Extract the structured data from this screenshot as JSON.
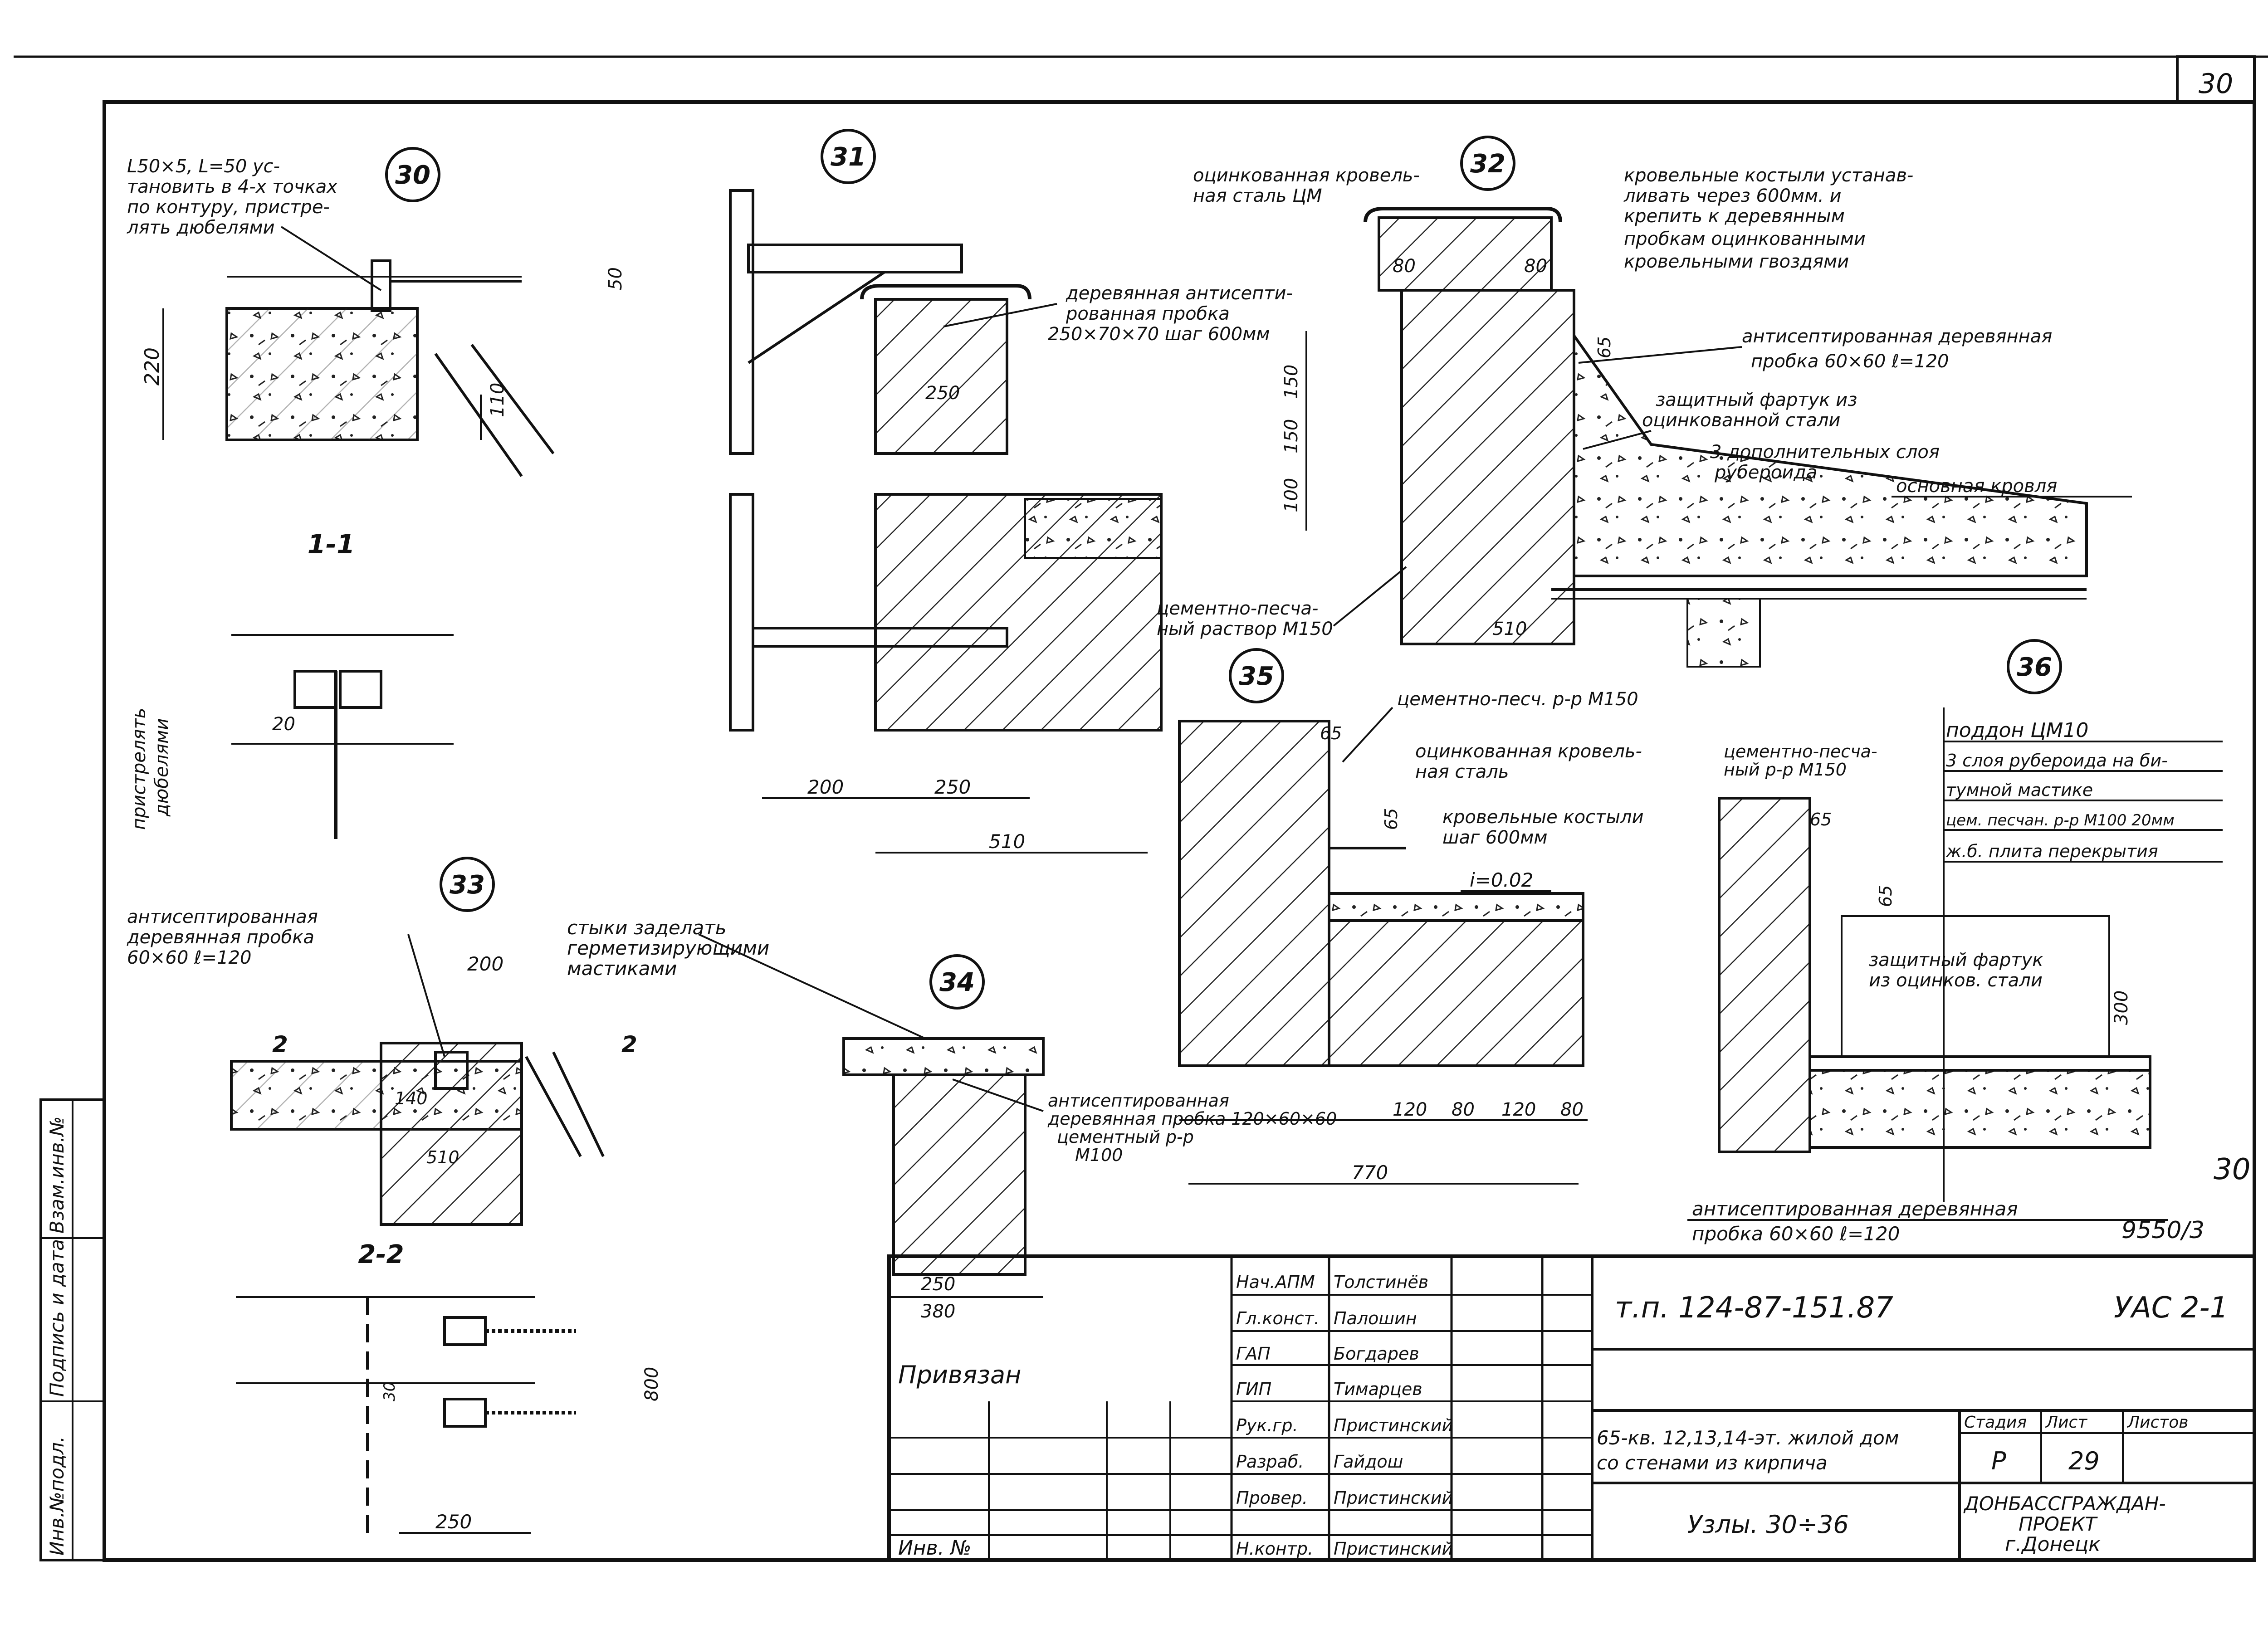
{
  "sheet": {
    "corner_number": "30",
    "side_number": "30",
    "code": "9550/3"
  },
  "nodes": [
    {
      "number": "30"
    },
    {
      "number": "31"
    },
    {
      "number": "32"
    },
    {
      "number": "33"
    },
    {
      "number": "34"
    },
    {
      "number": "35"
    },
    {
      "number": "36"
    }
  ],
  "node30": {
    "note": [
      "L50×5, L=50 ус-",
      "тановить в 4-х точках",
      "по контуру, пристре-",
      "лять дюбелями"
    ],
    "dims": [
      "220",
      "110",
      "20"
    ],
    "section": "1-1",
    "side_note": [
      "пристрелять",
      "дюбелями"
    ]
  },
  "node31": {
    "note": [
      "деревянная антисепти-",
      "рованная пробка",
      "250×70×70 шаг 600мм"
    ],
    "dims": [
      "50",
      "250",
      "200",
      "250",
      "510"
    ]
  },
  "node32": {
    "note_roof_steel": [
      "оцинкованная кровель-",
      "ная сталь ЦМ"
    ],
    "note_crutch": [
      "кровельные костыли устанав-",
      "ливать через 600мм. и",
      "крепить к деревянным",
      "пробкам оцинкованными",
      "кровельными гвоздями"
    ],
    "note_plug": [
      "антисептированная деревянная",
      "пробка 60×60 ℓ=120"
    ],
    "note_apron": [
      "защитный фартук из",
      "оцинкованной стали"
    ],
    "note_layers": [
      "3 дополнительных слоя",
      "рубероида"
    ],
    "note_main_roof": "основная кровля",
    "note_mortar": [
      "цементно-песча-",
      "ный раствор М150"
    ],
    "dims": [
      "80",
      "80",
      "65",
      "150",
      "150",
      "100",
      "510"
    ]
  },
  "node33": {
    "note": [
      "антисептированная",
      "деревянная пробка",
      "60×60 ℓ=120"
    ],
    "dims": [
      "200",
      "140",
      "510",
      "30",
      "800",
      "250"
    ],
    "section_marks": [
      "2",
      "2"
    ],
    "section": "2-2"
  },
  "node34": {
    "note_joints": [
      "стыки заделать",
      "герметизирующими",
      "мастиками"
    ],
    "note_plug": [
      "антисептированная",
      "деревянная пробка 120×60×60"
    ],
    "note_mortar": [
      "цементный р-р",
      "М100"
    ],
    "dims": [
      "250",
      "380"
    ]
  },
  "node35": {
    "note_mortar": "цементно-песч. р-р М150",
    "note_steel": [
      "оцинкованная кровель-",
      "ная сталь"
    ],
    "note_crutch": [
      "кровельные костыли",
      "шаг 600мм"
    ],
    "slope": "i=0.02",
    "dims": [
      "65",
      "65",
      "120",
      "80",
      "120",
      "80",
      "770"
    ]
  },
  "node36": {
    "legend": [
      "поддон ЦМ10",
      "3 слоя рубероида на би-",
      "тумной мастике",
      "цем. песчан. р-р М100 20мм",
      "ж.б. плита перекрытия"
    ],
    "note_mortar": [
      "цементно-песча-",
      "ный р-р М150"
    ],
    "note_apron": [
      "защитный фартук",
      "из оцинков. стали"
    ],
    "note_plug": [
      "антисептированная деревянная",
      "пробка 60×60 ℓ=120"
    ],
    "dims": [
      "65",
      "65",
      "300"
    ]
  },
  "title_block": {
    "signers": [
      {
        "role": "Нач.АПМ",
        "name": "Толстинёв"
      },
      {
        "role": "Гл.конст.",
        "name": "Палошин"
      },
      {
        "role": "ГАП",
        "name": "Богдарев"
      },
      {
        "role": "ГИП",
        "name": "Тимарцев"
      },
      {
        "role": "Рук.гр.",
        "name": "Пристинский"
      },
      {
        "role": "Разраб.",
        "name": "Гайдош"
      },
      {
        "role": "Провер.",
        "name": "Пристинский"
      },
      {
        "role": "Н.контр.",
        "name": "Пристинский"
      }
    ],
    "project_code": "т.п. 124-87-151.87",
    "sheet_code": "УАС 2-1",
    "object_name": [
      "65-кв. 12,13,14-эт. жилой дом",
      "со стенами из кирпича"
    ],
    "drawing_name": "Узлы. 30÷36",
    "col_stage": "Стадия",
    "col_sheet": "Лист",
    "col_sheets": "Листов",
    "stage": "Р",
    "sheet": "29",
    "organization": [
      "ДОНБАССГРАЖДАН-",
      "ПРОЕКТ",
      "г.Донецк"
    ],
    "bound": "Привязан",
    "inv_label": "Инв. №"
  },
  "left_strip": {
    "labels": [
      "Взам.инв.№",
      "Подпись и дата",
      "Инв.№подл."
    ]
  }
}
